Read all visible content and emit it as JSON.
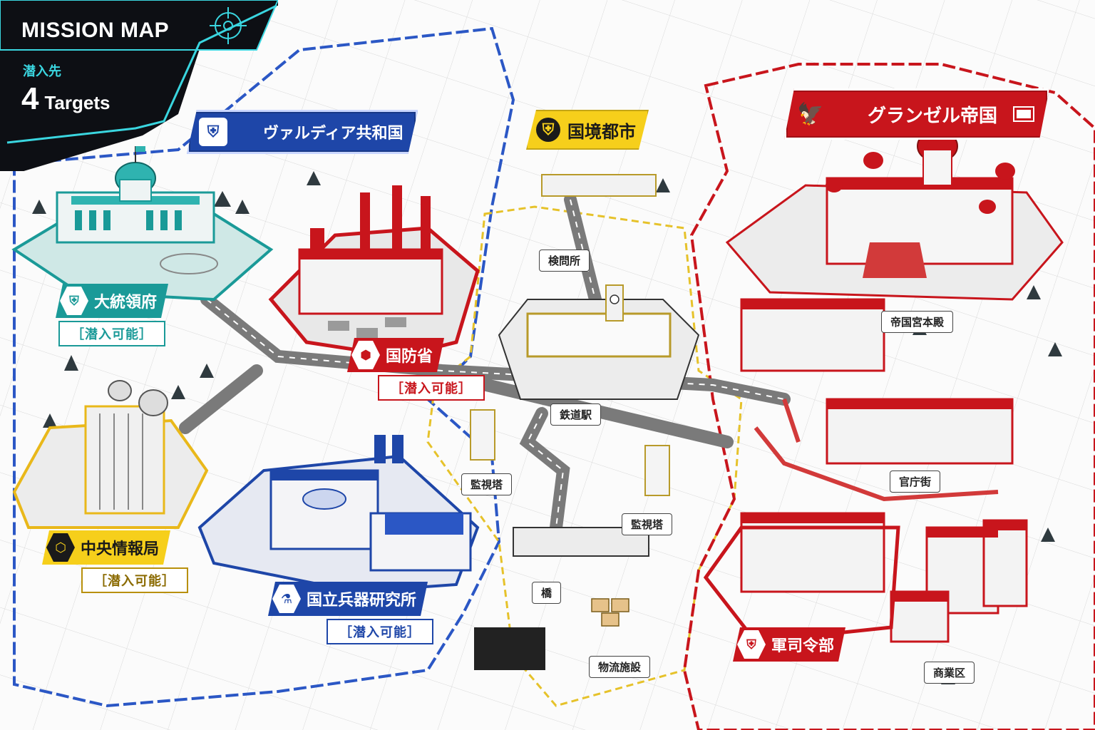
{
  "hud": {
    "title": "MISSION MAP",
    "subtitle": "潜入先",
    "count": "4",
    "count_label": "Targets",
    "accent": "#3ad6e0",
    "bg": "#0d0f14"
  },
  "factions": [
    {
      "id": "republic",
      "name": "ヴァルディア共和国",
      "color": "#1e46a8",
      "icon": "shield-icon"
    },
    {
      "id": "border",
      "name": "国境都市",
      "color": "#f6cf1b",
      "icon": "shield-icon"
    },
    {
      "id": "empire",
      "name": "グランゼル帝国",
      "color": "#c8151c",
      "icon": "eagle-icon"
    }
  ],
  "targets": [
    {
      "id": "president",
      "name": "大統領府",
      "status": "［潜入可能］",
      "color": "#1a9a98"
    },
    {
      "id": "defense",
      "name": "国防省",
      "status": "［潜入可能］",
      "color": "#c8151c"
    },
    {
      "id": "intel",
      "name": "中央情報局",
      "status": "［潜入可能］",
      "color": "#e9b81a"
    },
    {
      "id": "weapons",
      "name": "国立兵器研究所",
      "status": "［潜入可能］",
      "color": "#1e46a8"
    },
    {
      "id": "command",
      "name": "軍司令部",
      "status": "",
      "color": "#c8151c"
    }
  ],
  "pois": {
    "checkpoint": "検問所",
    "station": "鉄道駅",
    "tower_left": "監視塔",
    "tower_right": "監視塔",
    "bridge": "橋",
    "logistics": "物流施設",
    "palace": "帝国宮本殿",
    "government": "官庁街",
    "commerce": "商業区"
  }
}
